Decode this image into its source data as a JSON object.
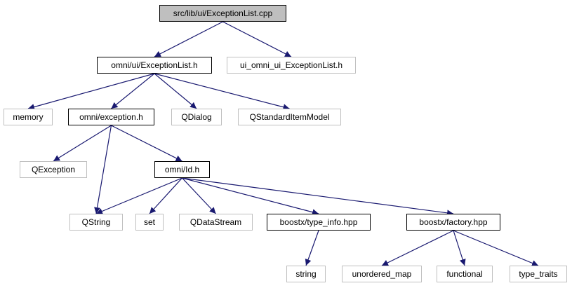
{
  "colors": {
    "edge": "#191970",
    "internal_border": "#000000",
    "external_border": "#bfbfbf",
    "current_fill": "#bfbfbf"
  },
  "nodes": {
    "root": "src/lib/ui/ExceptionList.cpp",
    "exceptionlist_h": "omni/ui/ExceptionList.h",
    "ui_exceptionlist_h": "ui_omni_ui_ExceptionList.h",
    "memory": "memory",
    "exception_h": "omni/exception.h",
    "qdialog": "QDialog",
    "qstandarditemmodel": "QStandardItemModel",
    "qexception": "QException",
    "id_h": "omni/Id.h",
    "qstring": "QString",
    "set": "set",
    "qdatastream": "QDataStream",
    "type_info_hpp": "boostx/type_info.hpp",
    "factory_hpp": "boostx/factory.hpp",
    "string": "string",
    "unordered_map": "unordered_map",
    "functional": "functional",
    "type_traits": "type_traits"
  },
  "edges": [
    [
      "root",
      "exceptionlist_h"
    ],
    [
      "root",
      "ui_exceptionlist_h"
    ],
    [
      "exceptionlist_h",
      "memory"
    ],
    [
      "exceptionlist_h",
      "exception_h"
    ],
    [
      "exceptionlist_h",
      "qdialog"
    ],
    [
      "exceptionlist_h",
      "qstandarditemmodel"
    ],
    [
      "exception_h",
      "qexception"
    ],
    [
      "exception_h",
      "qstring"
    ],
    [
      "exception_h",
      "id_h"
    ],
    [
      "id_h",
      "qstring"
    ],
    [
      "id_h",
      "set"
    ],
    [
      "id_h",
      "qdatastream"
    ],
    [
      "id_h",
      "type_info_hpp"
    ],
    [
      "id_h",
      "factory_hpp"
    ],
    [
      "type_info_hpp",
      "string"
    ],
    [
      "factory_hpp",
      "unordered_map"
    ],
    [
      "factory_hpp",
      "functional"
    ],
    [
      "factory_hpp",
      "type_traits"
    ]
  ]
}
